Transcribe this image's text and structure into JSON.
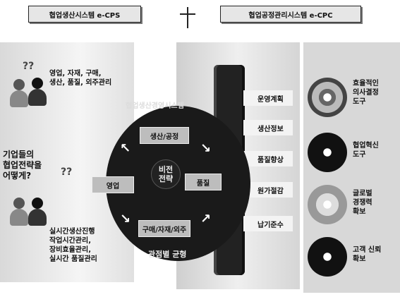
{
  "titles": {
    "left": "협업생산시스템 e-CPS",
    "right": "협업공정관리시스템 e-CPC"
  },
  "left": {
    "top_text": "영업, 자재, 구매,\n생산, 품질, 외주관리",
    "question": "기업들의\n협업전략을\n어떻게?",
    "bottom_text": "실시간생산진행\n작업시간관리,\n장비효율관리,\n실시간 품질관리"
  },
  "circle": {
    "header": "협업생산경영시스템",
    "top": "생산/공정",
    "left": "영업",
    "right": "품질",
    "bottom": "구매/자재/외주",
    "center": "비전\n전략",
    "footer": "관점별 균형"
  },
  "middle": {
    "items": [
      "운영계획",
      "생산정보",
      "품질향상",
      "원가절감",
      "납기준수"
    ]
  },
  "right": {
    "items": [
      "효율적인\n의사결정\n도구",
      "협업혁신\n도구",
      "글로벌\n경쟁력\n확보",
      "고객 신뢰\n확보"
    ]
  }
}
